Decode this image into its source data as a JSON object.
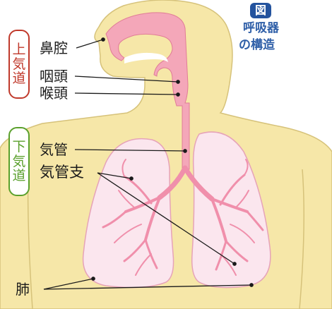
{
  "badge": "図",
  "title": [
    "呼吸器",
    "の構造"
  ],
  "upper_group": {
    "chars": [
      "上",
      "気",
      "道"
    ],
    "color": "#c0392b"
  },
  "lower_group": {
    "chars": [
      "下",
      "気",
      "道"
    ],
    "color": "#5aa02c"
  },
  "labels": {
    "nasal_cavity": "鼻腔",
    "pharynx": "咽頭",
    "larynx": "喉頭",
    "trachea": "気管",
    "bronchi": "気管支",
    "lungs": "肺"
  },
  "colors": {
    "skin": "#f6e7a8",
    "skin_outline": "#d6c27a",
    "airway": "#f4a7b9",
    "airway_outline": "#e07c97",
    "lung_fill": "#fbe6ee",
    "lung_outline": "#e6a3b8",
    "bronchi": "#f08fab"
  }
}
